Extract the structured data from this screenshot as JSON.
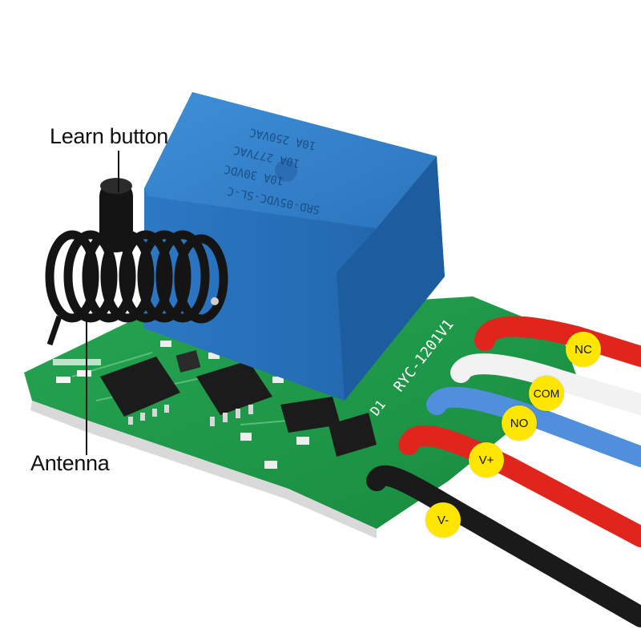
{
  "callouts": {
    "learn_button": "Learn button",
    "antenna": "Antenna"
  },
  "pin_labels": {
    "nc": "NC",
    "com": "COM",
    "no": "NO",
    "vplus": "V+",
    "vminus": "V-"
  },
  "board_print": {
    "model": "RYC-1201V1",
    "diode": "D1"
  },
  "relay_print": {
    "line1": "10A 250VAC",
    "line2": "10A 277VAC",
    "line3": "10A 30VDC",
    "line4": "SRD-05VDC-SL-C"
  },
  "colors": {
    "board": "#1f9a4a",
    "relay": "#2f7fc8",
    "antenna": "#141414",
    "wire_nc": "#e0261c",
    "wire_com": "#f2f2f2",
    "wire_no": "#4f8fdc",
    "wire_vplus": "#e0261c",
    "wire_vminus": "#1a1a1a",
    "badge": "#ffe600"
  }
}
